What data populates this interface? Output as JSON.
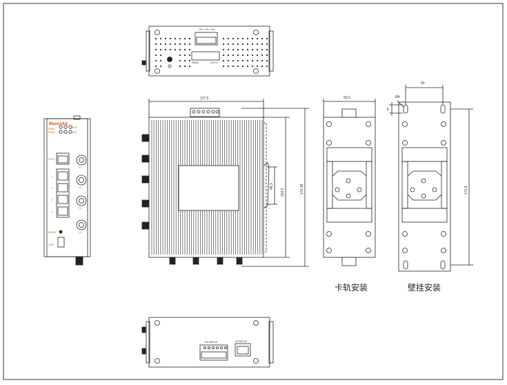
{
  "front_panel": {
    "brand": "Maxon&&",
    "labels": [
      "PWR1",
      "PWR2",
      "ALM",
      "RUN",
      "CON1"
    ],
    "port_labels": [
      "1",
      "2",
      "3",
      "4"
    ],
    "fiber_labels": [
      "F1",
      "F2",
      "F3",
      "F4"
    ],
    "reset_label": "RESET",
    "usb_label": "USB"
  },
  "top_view": {
    "terminal_label": "12V+ 12V- 24V",
    "left_tag": "Status",
    "right_tag": "24V+V"
  },
  "side_view": {
    "dim_width": "127,5",
    "dim_inner": "154,5",
    "dim_total": "174,38",
    "dim_rail": "48,3"
  },
  "rail_mount": {
    "dim_width": "50,5",
    "caption": "卡轨安装"
  },
  "wall_mount": {
    "dim_top": "40",
    "dim_hole": "Ø4",
    "dim_edge": "8",
    "dim_height": "173,5",
    "caption": "壁挂安装"
  },
  "bottom_view": {
    "terminal_label": "RS-485/232",
    "console_label": "CONSOLE"
  },
  "colors": {
    "line": "#222222",
    "accent": "#d9581f",
    "housing": "#ffffff"
  }
}
